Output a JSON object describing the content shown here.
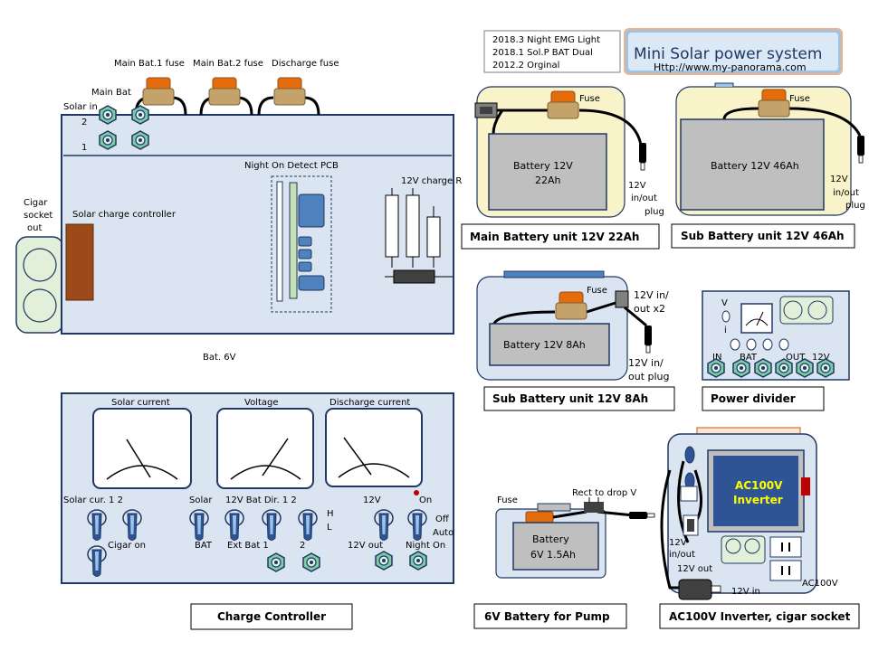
{
  "title": {
    "main": "Mini Solar power system",
    "url": "Http://www.my-panorama.com"
  },
  "history": [
    "2018.3  Night EMG Light",
    "2018.1  Sol.P BAT Dual",
    "2012.2  Orginal"
  ],
  "controller_top": {
    "fuse_labels": [
      "Main Bat.1 fuse",
      "Main Bat.2  fuse",
      "Discharge fuse"
    ],
    "main_bat": "Main Bat",
    "solar_in": "Solar in",
    "solar_in_2": "2",
    "solar_in_1": "1",
    "cigar_socket": [
      "Cigar",
      "socket",
      "out"
    ],
    "solar_charge_controller": "Solar charge  controller",
    "night_pcb": "Night  On  Detect  PCB",
    "charge_r": "12V  charge R",
    "bat_6v": "Bat.    6V"
  },
  "controller_panel": {
    "meters": [
      "Solar  current",
      "Voltage",
      "Discharge  current"
    ],
    "labels": {
      "solar_cur": "Solar cur.  1      2",
      "solar": "Solar",
      "v12_batdir": "12V  Bat Dir. 1    2",
      "v12": "12V",
      "on": "On",
      "h": "H",
      "l": "L",
      "off": "Off",
      "auto": "Auto",
      "cigar_on": "Cigar  on",
      "bat": "BAT",
      "ext_bat": "Ext Bat  1",
      "two": "2",
      "v12_out": "12V  out",
      "night_on": "Night  On"
    },
    "caption": "Charge   Controller"
  },
  "main_battery": {
    "fuse": "Fuse",
    "body": [
      "Battery  12V",
      "22Ah"
    ],
    "plug": [
      "12V",
      "in/out",
      "plug"
    ],
    "caption": "Main Battery unit  12V 22Ah"
  },
  "sub_battery_46": {
    "fuse": "Fuse",
    "body": "Battery  12V  46Ah",
    "plug": [
      "12V",
      "in/out",
      "plug"
    ],
    "caption": "Sub Battery  unit  12V 46Ah"
  },
  "sub_battery_8": {
    "fuse": "Fuse",
    "body": "Battery  12V  8Ah",
    "in_x2": [
      "12V  in/",
      "out  x2"
    ],
    "plug": [
      "12V  in/",
      "out plug"
    ],
    "caption": "Sub Battery   unit   12V 8Ah"
  },
  "power_divider": {
    "v": "V",
    "i": "i",
    "in": "IN",
    "bat": "BAT",
    "out": "OUT",
    "v12": "12V",
    "caption": "Power divider"
  },
  "battery_6v": {
    "fuse": "Fuse",
    "rect": "Rect to drop V",
    "body": [
      "Battery",
      "6V  1.5Ah"
    ],
    "caption": "6V Battery  for  Pump"
  },
  "inverter": {
    "body": [
      "AC100V",
      "Inverter"
    ],
    "in_out": [
      "12V",
      "in/out"
    ],
    "v12_out": "12V  out",
    "v12_in": "12V  in",
    "ac100v": "AC100V",
    "caption": "AC100V   Inverter,   cigar socket"
  },
  "colors": {
    "panel_fill": "#dbe5f1",
    "panel_stroke": "#1f3864",
    "fuse_orange": "#e46c0a",
    "fuse_body": "#c4a36a",
    "pcb_blue": "#4f81bd",
    "battery_grey": "#bfbfbf",
    "cream": "#f8f3c8",
    "knob_green": "#80c8a8",
    "resistor_brown": "#9c4a1a"
  }
}
